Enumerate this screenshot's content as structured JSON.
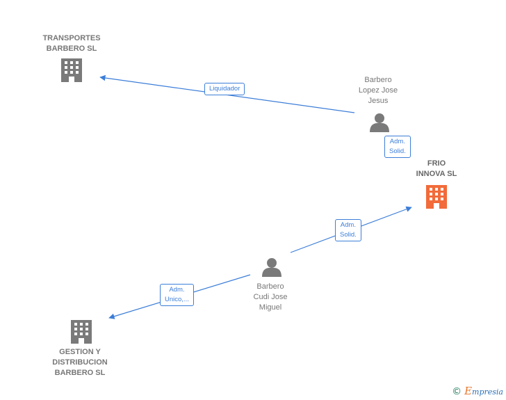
{
  "nodes": {
    "transportes": {
      "lines": [
        "TRANSPORTES",
        "BARBERO SL"
      ],
      "kind": "company",
      "icon": "building-icon",
      "color": "#7a7a7a"
    },
    "barbero_lopez": {
      "lines": [
        "Barbero",
        "Lopez Jose",
        "Jesus"
      ],
      "kind": "person",
      "icon": "person-icon",
      "color": "#7a7a7a"
    },
    "frio_innova": {
      "lines": [
        "FRIO",
        "INNOVA  SL"
      ],
      "kind": "company",
      "icon": "building-icon",
      "color": "#f26b3a"
    },
    "barbero_cudi": {
      "lines": [
        "Barbero",
        "Cudi Jose",
        "Miguel"
      ],
      "kind": "person",
      "icon": "person-icon",
      "color": "#7a7a7a"
    },
    "gestion": {
      "lines": [
        "GESTION Y",
        "DISTRIBUCION",
        "BARBERO  SL"
      ],
      "kind": "company",
      "icon": "building-icon",
      "color": "#7a7a7a"
    }
  },
  "edges": [
    {
      "from": "barbero_lopez",
      "to": "transportes",
      "label": [
        "Liquidador"
      ]
    },
    {
      "from": "barbero_lopez",
      "to": "frio_innova",
      "label": [
        "Adm.",
        "Solid."
      ]
    },
    {
      "from": "barbero_cudi",
      "to": "frio_innova",
      "label": [
        "Adm.",
        "Solid."
      ]
    },
    {
      "from": "barbero_cudi",
      "to": "gestion",
      "label": [
        "Adm.",
        "Unico,..."
      ]
    }
  ],
  "colors": {
    "edge": "#3b7dd8"
  },
  "footer": {
    "copyright": "©",
    "brand_initial": "E",
    "brand_rest": "mpresia"
  }
}
